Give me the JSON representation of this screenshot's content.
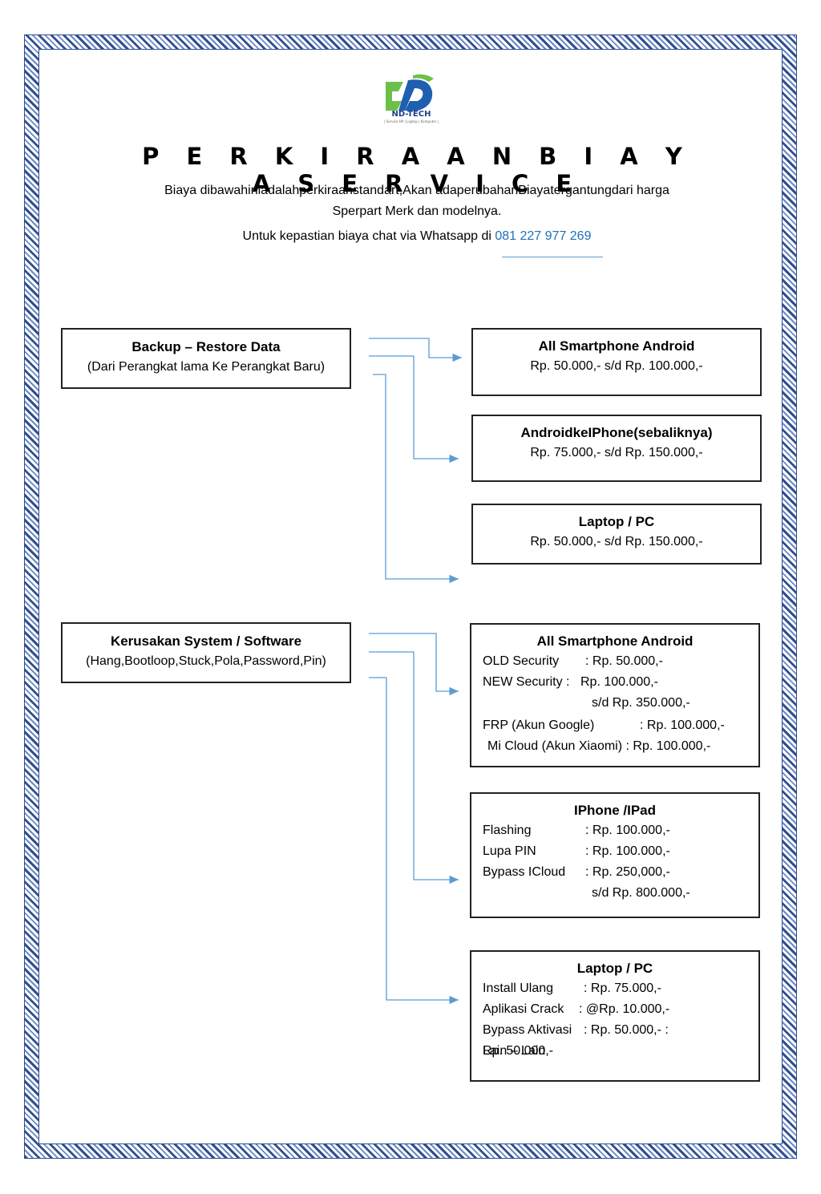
{
  "logo": {
    "text": "ND-TECH",
    "tagline": "| Service HP | Laptop | Komputer |"
  },
  "header": {
    "title": "P E R K I R A A N B I A Y A S E R V I C E",
    "subtitle_line1": "Biaya dibawahiniadalahperkiraanstandart,Akan adaperubahanBiayatergantungdari harga",
    "subtitle_line2": "Sperpart Merk dan modelnya.",
    "contact_prefix": "Untuk kepastian biaya chat via Whatsapp di ",
    "phone": "081 227 977 269"
  },
  "colors": {
    "border": "#2e4f92",
    "connector": "#5b9bd5",
    "phone": "#1f6fb8",
    "logo_green": "#6cc04a",
    "logo_blue": "#1f5fb0"
  },
  "sections": {
    "backup": {
      "title": "Backup – Restore Data",
      "subtitle": "(Dari Perangkat lama Ke Perangkat Baru)",
      "options": [
        {
          "title": "All Smartphone Android",
          "price": "Rp. 50.000,- s/d Rp. 100.000,-"
        },
        {
          "title": "AndroidkeIPhone(sebaliknya)",
          "price": "Rp. 75.000,- s/d Rp. 150.000,-"
        },
        {
          "title": "Laptop / PC",
          "price": "Rp. 50.000,- s/d Rp. 150.000,-"
        }
      ]
    },
    "system": {
      "title": "Kerusakan System / Software",
      "subtitle": "(Hang,Bootloop,Stuck,Pola,Password,Pin)",
      "android": {
        "title": "All Smartphone Android",
        "old_label": "OLD Security",
        "old_price": ": Rp. 50.000,-",
        "new_label": "NEW Security :",
        "new_price": "Rp. 100.000,-",
        "new_max": "s/d Rp. 350.000,-",
        "frp_label": "FRP (Akun Google)",
        "frp_price": ": Rp. 100.000,-",
        "mi_label": "Mi Cloud (Akun Xiaomi) : Rp. 100.000,-"
      },
      "iphone": {
        "title": "IPhone /IPad",
        "flash_label": "Flashing",
        "flash_price": ":  Rp.  100.000,-",
        "pin_label": "Lupa PIN",
        "pin_price": ":  Rp.  100.000,-",
        "icloud_label": "Bypass ICloud",
        "icloud_price": ": Rp. 250,000,-",
        "icloud_max": "s/d Rp. 800.000,-"
      },
      "laptop": {
        "title": "Laptop / PC",
        "install_label": "Install Ulang",
        "install_price": ": Rp. 75.000,-",
        "crack_label": "Aplikasi  Crack",
        "crack_price": ":  @Rp.  10.000,-",
        "bypass_label": "Bypass  Aktivasi",
        "bypass_price": ":  Rp.  50.000,-  :",
        "other_price": "Rp. 50.000,-",
        "other_label": "Lain – Lain"
      }
    }
  }
}
